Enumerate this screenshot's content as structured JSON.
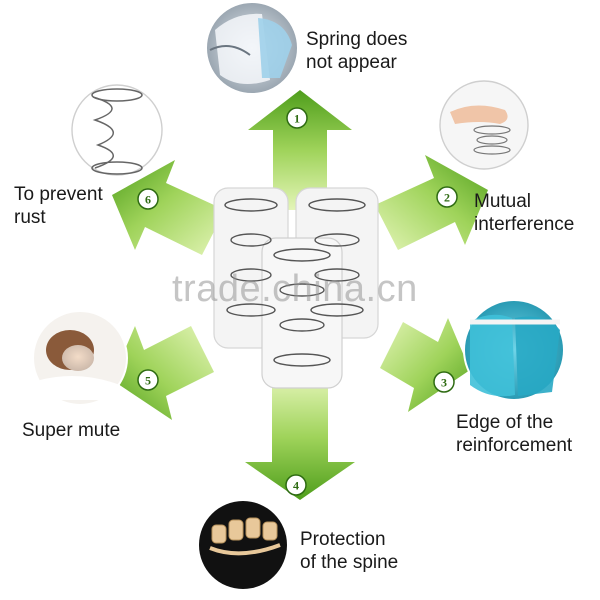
{
  "colors": {
    "arrow_light": "#d9f0a0",
    "arrow_dark": "#4a9a1a",
    "badge_fill": "#ffffff",
    "badge_text": "#2e6b12",
    "text": "#1a1a1a"
  },
  "watermark": "trade.china.cn",
  "center_image": {
    "icon": "pocket-spring-icon"
  },
  "features": [
    {
      "number": "1",
      "line1": "Spring does",
      "line2": "not appear",
      "icon": "spring-wrap-photo"
    },
    {
      "number": "2",
      "line1": "Mutual",
      "line2": "interference",
      "icon": "hand-press-photo"
    },
    {
      "number": "3",
      "line1": "Edge of the",
      "line2": "reinforcement",
      "icon": "blue-pocket-photo"
    },
    {
      "number": "4",
      "line1": "Protection",
      "line2": "of the spine",
      "icon": "spine-photo"
    },
    {
      "number": "5",
      "line1": "Super mute",
      "line2": "",
      "icon": "sleeping-woman-photo"
    },
    {
      "number": "6",
      "line1": "To prevent",
      "line2": "rust",
      "icon": "coil-spring-icon"
    }
  ]
}
